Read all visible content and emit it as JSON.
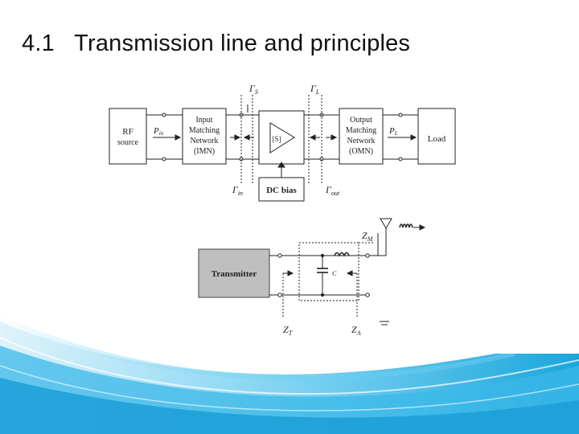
{
  "slide": {
    "title": "4.1   Transmission line and principles"
  },
  "amp_diagram": {
    "rf_source": [
      "RF",
      "source"
    ],
    "imn": [
      "Input",
      "Matching",
      "Network",
      "(IMN)"
    ],
    "amplifier": "[S]",
    "omn": [
      "Output",
      "Matching",
      "Network",
      "(OMN)"
    ],
    "load": "Load",
    "dc_bias": "DC bias",
    "gamma_s": "Γ",
    "gamma_s_sub": "S",
    "gamma_l": "Γ",
    "gamma_l_sub": "L",
    "gamma_in": "Γ",
    "gamma_in_sub": "in",
    "gamma_out": "Γ",
    "gamma_out_sub": "out",
    "p_in": "P",
    "p_in_sub": "in",
    "p_l": "P",
    "p_l_sub": "L"
  },
  "antenna_diagram": {
    "transmitter": "Transmitter",
    "z_m": "Z",
    "z_m_sub": "M",
    "z_t": "Z",
    "z_t_sub": "T",
    "z_a": "Z",
    "z_a_sub": "A",
    "capacitor_label": "C"
  },
  "colors": {
    "wave_light": "#bfe8f7",
    "wave_mid": "#4cc3ee",
    "wave_dark": "#1a9fd8",
    "transmitter_fill": "#bfbfbf"
  }
}
